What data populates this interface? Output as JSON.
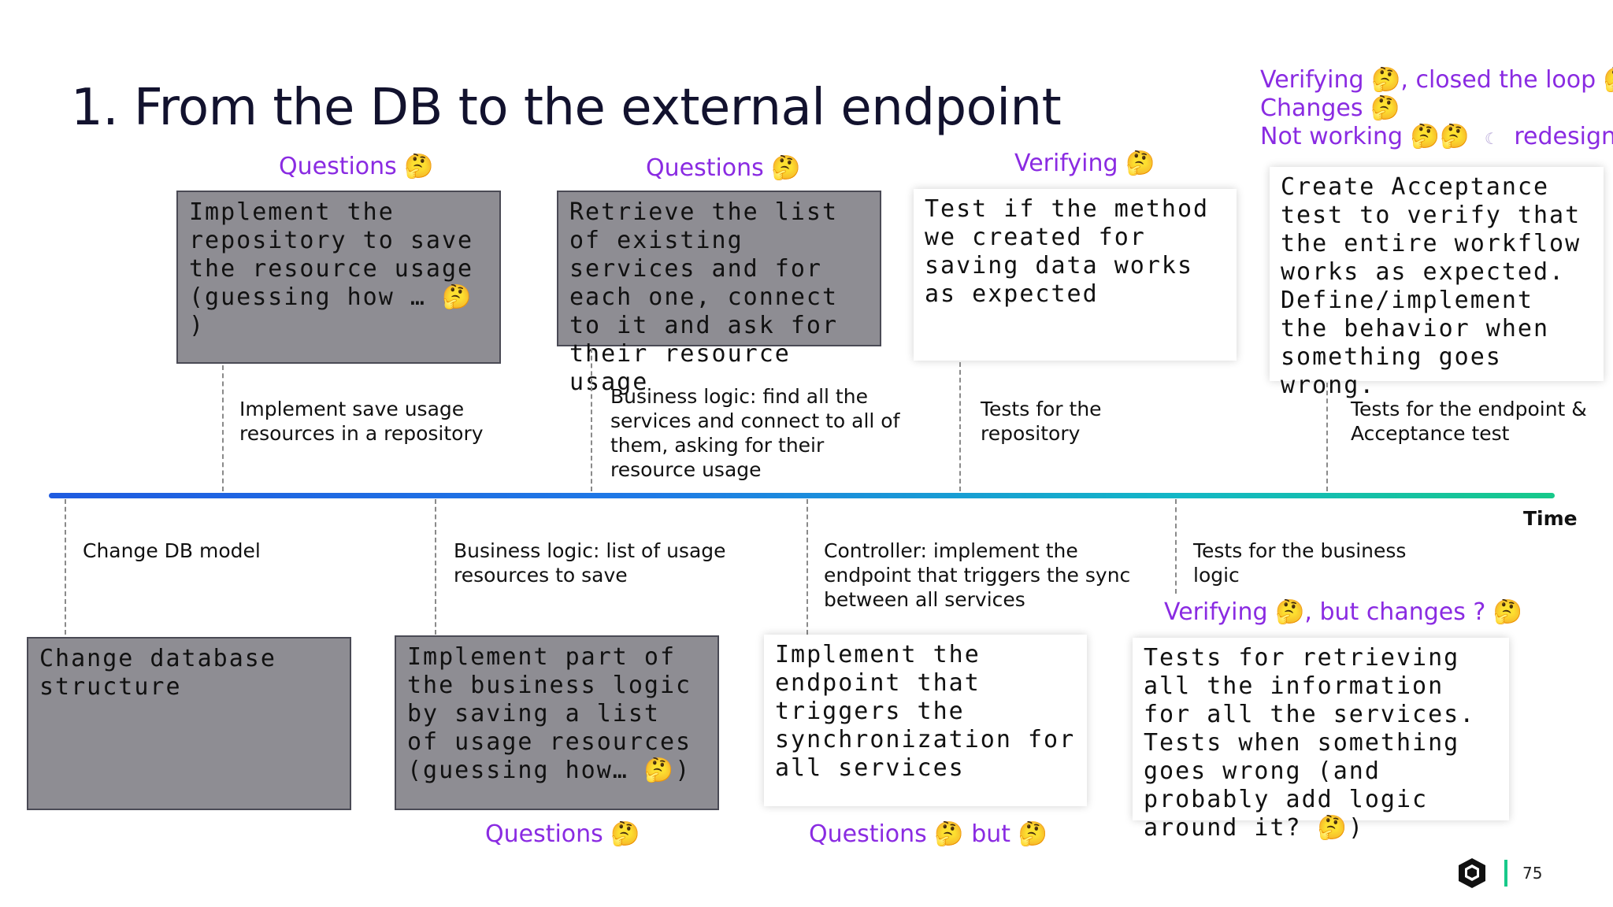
{
  "slide": {
    "title": "1. From the DB to the external endpoint",
    "page_number": "75",
    "time_label": "Time"
  },
  "labels": {
    "q1": "Questions 🤔",
    "q2": "Questions 🤔",
    "verifying1": "Verifying 🤔",
    "status1": "Verifying 🤔, closed the loop 🤔",
    "status2": "Changes 🤔",
    "status3a": "Not working 🤔🤔",
    "status3b": "☾",
    "status3c": "redesign ‼",
    "verifying2": "Verifying 🤔, but changes ? 🤔",
    "q3": "Questions 🤔",
    "q4": "Questions 🤔 but 🤔"
  },
  "top_boxes": [
    "Implement the repository to save the resource usage (guessing how … 🤔 )",
    "Retrieve the list of existing services and for each one, connect to it and ask for their resource usage",
    "Test if the method we created for saving data works as expected",
    "Create Acceptance test to verify that the entire workflow works as expected. Define/implement the behavior when something goes wrong."
  ],
  "bottom_boxes": [
    "Change database structure",
    "Implement part of the business logic by saving a list of usage resources (guessing how… 🤔)",
    "Implement the endpoint that triggers the synchronization for all services",
    "Tests for retrieving all the information for all the services. Tests when something goes wrong (and probably add logic around it? 🤔)"
  ],
  "upper_notes": [
    "Implement save usage resources in a repository",
    "Business logic: find all the services and connect to all of them, asking for their resource usage",
    "Tests for the repository",
    "Tests for the endpoint & Acceptance test"
  ],
  "lower_notes": [
    "Change DB model",
    "Business logic: list of usage resources to save",
    "Controller: implement the endpoint that triggers the sync between all services",
    "Tests for the business logic"
  ],
  "colors": {
    "accent_purple": "#8a2be2",
    "gray_box": "#8e8d93",
    "timeline_start": "#1f5be0",
    "timeline_end": "#17c98a"
  }
}
